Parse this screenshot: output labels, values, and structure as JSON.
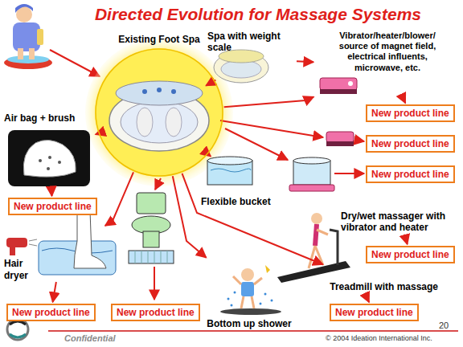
{
  "diagram": {
    "title": "Directed Evolution for Massage Systems",
    "nodes": [
      {
        "text": [
          "Existing Foot Spa"
        ]
      },
      {
        "text": [
          "Spa with weight scale"
        ]
      },
      {
        "text": [
          "Vibrator/heater/blower/ source of magnet field, electrical influents, microwave, etc."
        ]
      },
      {
        "text": [
          "New product line"
        ]
      },
      {
        "text": [
          "New product line"
        ]
      },
      {
        "text": [
          "New product line"
        ]
      },
      {
        "text": [
          "Air bag + brush"
        ]
      },
      {
        "text": [
          "New product line"
        ]
      },
      {
        "text": [
          "Flexible bucket"
        ]
      },
      {
        "text": [
          "Dry/wet massager with vibrator and heater"
        ]
      },
      {
        "text": [
          "New product line"
        ]
      },
      {
        "text": [
          "Hair dryer"
        ]
      },
      {
        "text": [
          "Treadmill with massage"
        ]
      },
      {
        "text": [
          "New product line"
        ]
      },
      {
        "text": [
          "New product line"
        ]
      },
      {
        "text": [
          "New product line"
        ]
      },
      {
        "text": [
          "Bottom up shower"
        ]
      }
    ],
    "edges": [
      {
        "from": 0,
        "to": 1,
        "arrow": "to"
      },
      {
        "from": 0,
        "to": 2,
        "arrow": "to"
      },
      {
        "from": 2,
        "to": 3,
        "arrow": "to"
      },
      {
        "from": 0,
        "to": 6,
        "arrow": "to"
      },
      {
        "from": 6,
        "to": 7,
        "arrow": "to"
      },
      {
        "from": 0,
        "to": 11,
        "arrow": "to"
      },
      {
        "from": 11,
        "to": 13,
        "arrow": "to"
      },
      {
        "from": 0,
        "to": 8,
        "arrow": "to"
      },
      {
        "from": 0,
        "to": 16,
        "arrow": "to"
      },
      {
        "from": 0,
        "to": 12,
        "arrow": "to"
      },
      {
        "from": 12,
        "to": 15,
        "arrow": "to"
      },
      {
        "from": 9,
        "to": 10,
        "arrow": "to"
      },
      {
        "from": 1,
        "to": 2,
        "arrow": "to"
      }
    ],
    "labels": [
      "Confidential",
      "© 2004 Ideation International Inc.",
      "20"
    ]
  }
}
